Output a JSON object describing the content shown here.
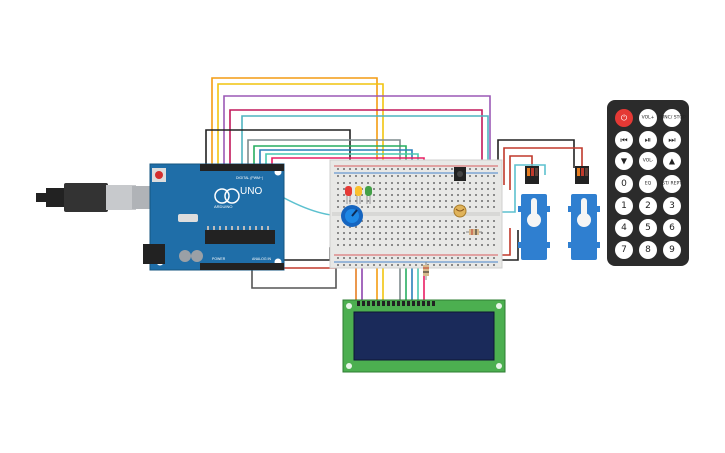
{
  "arduino": {
    "board_name": "UNO",
    "brand": "ARDUINO",
    "digital_label": "DIGITAL (PWM~)",
    "power_label": "POWER",
    "analog_label": "ANALOG IN"
  },
  "remote": {
    "buttons": [
      {
        "label": "⏻",
        "kind": "power"
      },
      {
        "label": "VOL+",
        "kind": "text"
      },
      {
        "label": "FUNC/ STOP",
        "kind": "text"
      },
      {
        "label": "⏮",
        "kind": "glyph"
      },
      {
        "label": "⏯",
        "kind": "glyph"
      },
      {
        "label": "⏭",
        "kind": "glyph"
      },
      {
        "label": "▼",
        "kind": "glyph"
      },
      {
        "label": "VOL-",
        "kind": "text"
      },
      {
        "label": "▲",
        "kind": "glyph"
      },
      {
        "label": "0",
        "kind": "num"
      },
      {
        "label": "EQ",
        "kind": "text"
      },
      {
        "label": "ST/ REPT",
        "kind": "text"
      },
      {
        "label": "1",
        "kind": "num"
      },
      {
        "label": "2",
        "kind": "num"
      },
      {
        "label": "3",
        "kind": "num"
      },
      {
        "label": "4",
        "kind": "num"
      },
      {
        "label": "5",
        "kind": "num"
      },
      {
        "label": "6",
        "kind": "num"
      },
      {
        "label": "7",
        "kind": "num"
      },
      {
        "label": "8",
        "kind": "num"
      },
      {
        "label": "9",
        "kind": "num"
      }
    ]
  },
  "colors": {
    "arduino_board": "#1f6ea8",
    "breadboard": "#e8e8e6",
    "lcd_pcb": "#4caf50",
    "lcd_screen": "#1a2a5a",
    "servo": "#2f7fd0",
    "remote": "#2b2b2b",
    "power_button": "#e53935"
  }
}
